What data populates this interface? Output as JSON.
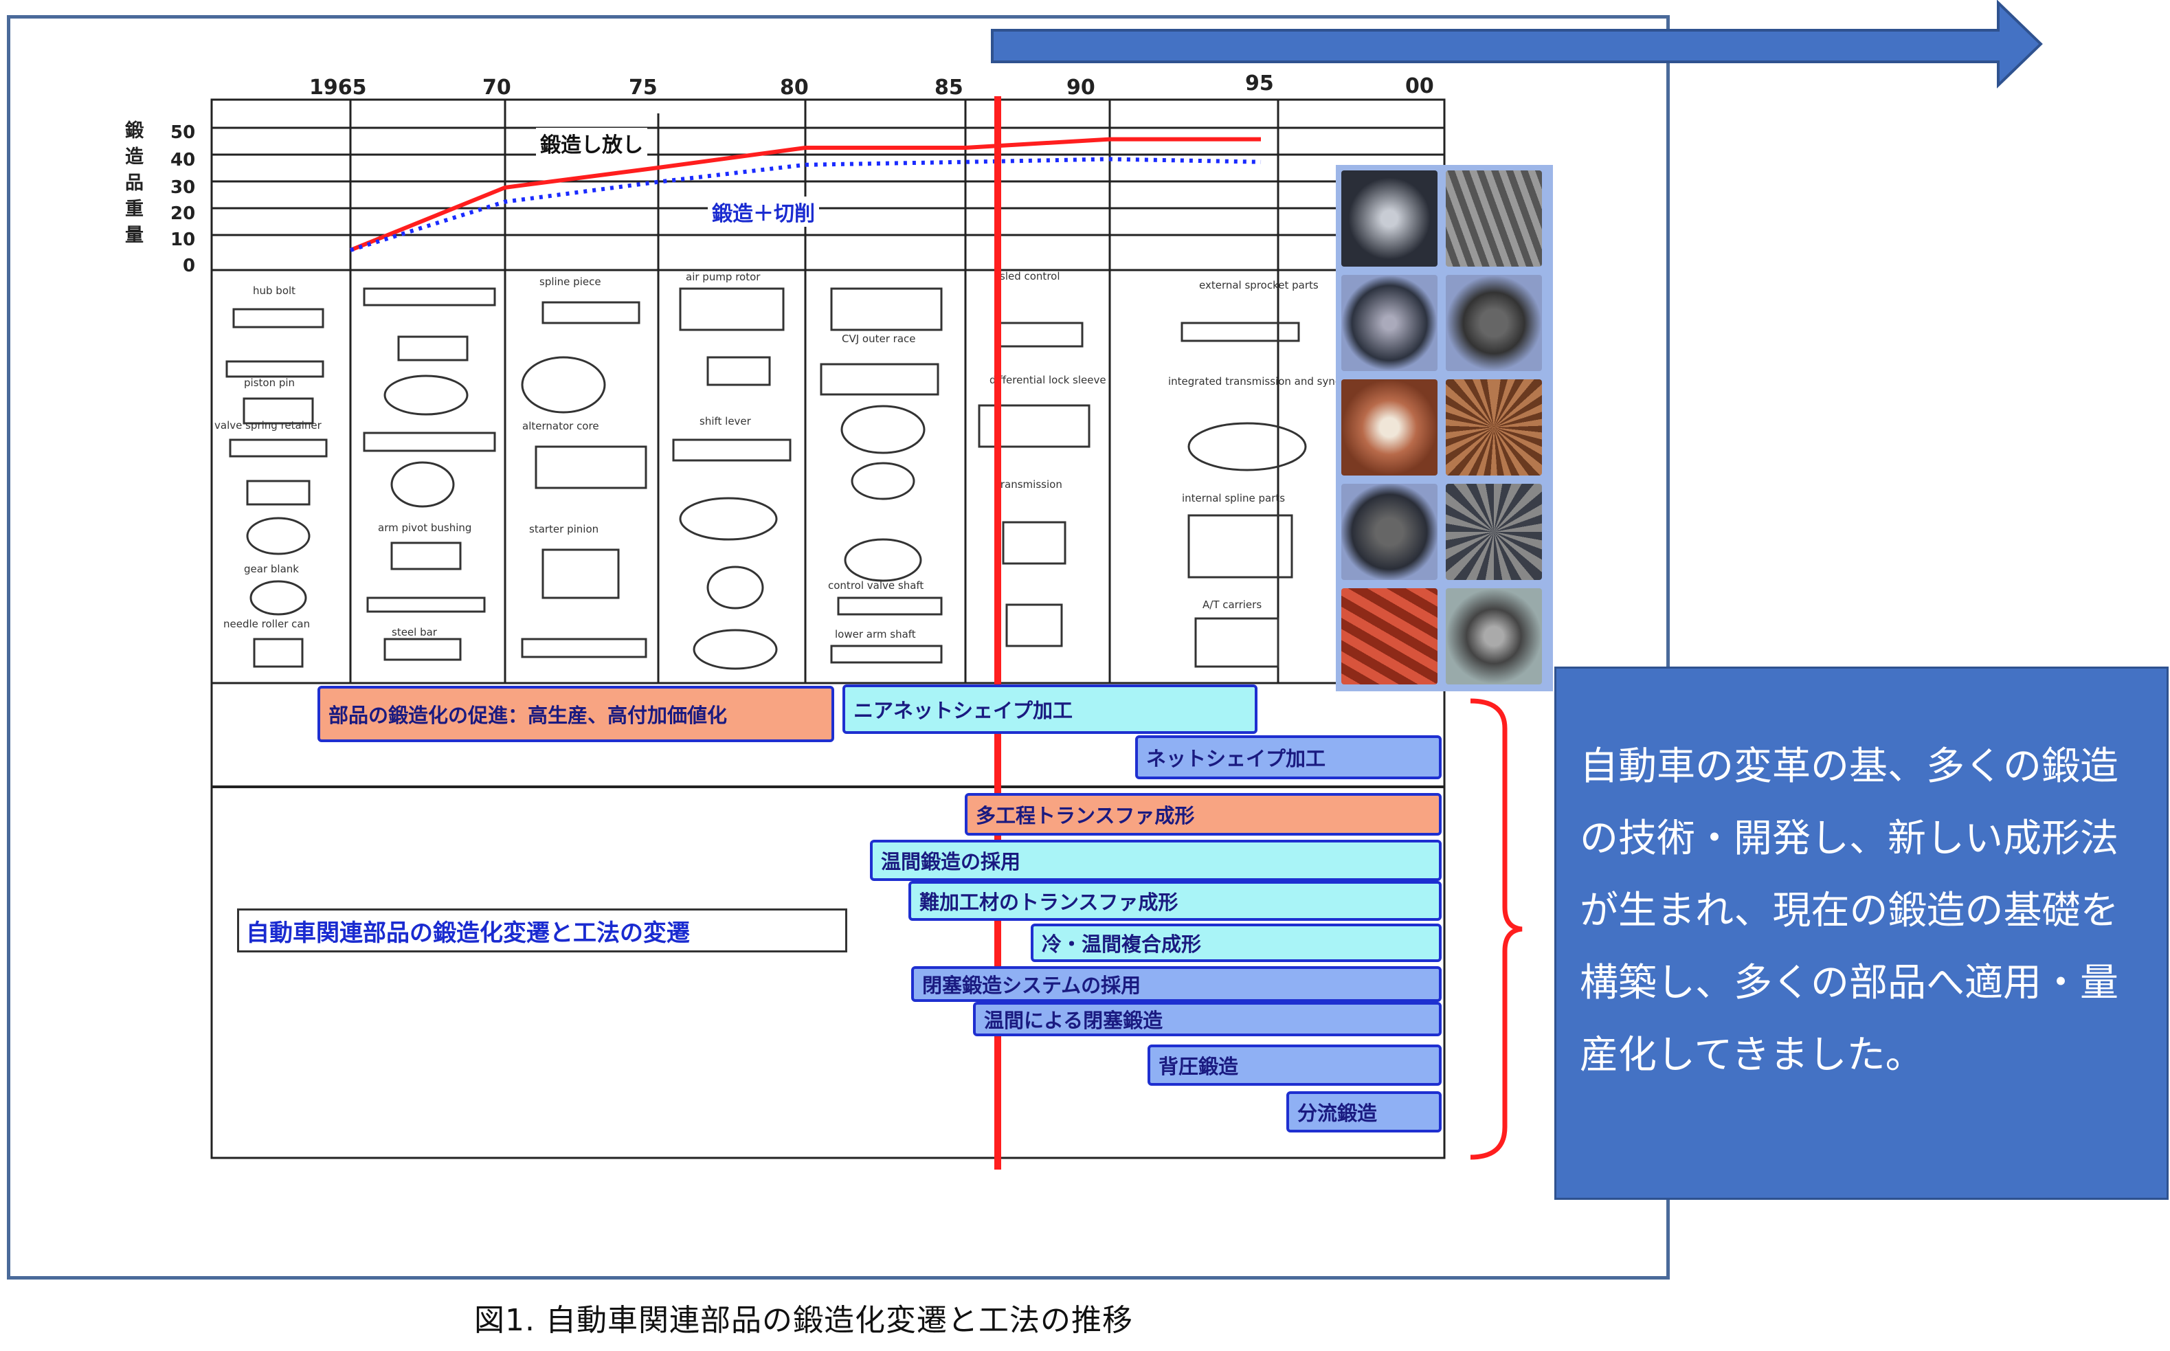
{
  "caption": "図1. 自動車関連部品の鍛造化変遷と工法の推移",
  "callout_text": "自動車の変革の基、多くの鍛造の技術・開発し、新しい成形法が生まれ、現在の鍛造の基礎を構築し、多くの部品へ適用・量産化してきました。",
  "box_title": "自動車関連部品の鍛造化変遷と工法の変遷",
  "colors": {
    "frame": "#4a6a9a",
    "callout": "#4472c4",
    "red_line": "#ff1e1e",
    "blue_dots": "#1a2bff"
  },
  "chart_data": {
    "type": "line",
    "x_ticks": [
      "1965",
      "70",
      "75",
      "80",
      "85",
      "90",
      "95",
      "00"
    ],
    "ylabel": "鍛造品重量",
    "y_ticks": [
      "50",
      "40",
      "30",
      "20",
      "10",
      "0"
    ],
    "ylim": [
      0,
      50
    ],
    "series": [
      {
        "name": "鍛造し放し",
        "x": [
          1965,
          1970,
          1975,
          1980,
          1985,
          1990,
          1995
        ],
        "y": [
          7,
          29,
          36,
          43,
          43,
          46,
          46
        ]
      },
      {
        "name": "鍛造＋切削",
        "x": [
          1965,
          1970,
          1975,
          1980,
          1985,
          1990,
          1995
        ],
        "y": [
          7,
          24,
          31,
          37,
          38,
          39,
          38
        ]
      }
    ]
  },
  "part_labels": {
    "c1": [
      "hub bolt",
      "piston pin",
      "valve spring retainer",
      "gear blank",
      "needle roller can"
    ],
    "c2": [
      "arm pivot bushing",
      "steel bar"
    ],
    "c3": [
      "spline piece",
      "alternator core",
      "starter pinion"
    ],
    "c4": [
      "air pump rotor",
      "shift lever"
    ],
    "c5": [
      "CVJ outer race",
      "control valve shaft",
      "lower arm shaft"
    ],
    "c6": [
      "sled control",
      "differential lock sleeve",
      "transmission"
    ],
    "c7": [
      "external sprocket parts",
      "integrated transmission and synchronous gear",
      "internal spline parts",
      "A/T carriers"
    ]
  },
  "bars": [
    {
      "label": "部品の鍛造化の促進：高生産、高付加価値化",
      "style": "orange"
    },
    {
      "label": "ニアネットシェイプ加工",
      "style": "cyan"
    },
    {
      "label": "ネットシェイプ加工",
      "style": "blue"
    },
    {
      "label": "多工程トランスファ成形",
      "style": "orange"
    },
    {
      "label": "温間鍛造の採用",
      "style": "cyan"
    },
    {
      "label": "難加工材のトランスファ成形",
      "style": "cyan"
    },
    {
      "label": "冷・温間複合成形",
      "style": "cyan"
    },
    {
      "label": "閉塞鍛造システムの採用",
      "style": "blue"
    },
    {
      "label": "温間による閉塞鍛造",
      "style": "blue"
    },
    {
      "label": "背圧鍛造",
      "style": "blue"
    },
    {
      "label": "分流鍛造",
      "style": "blue"
    }
  ]
}
